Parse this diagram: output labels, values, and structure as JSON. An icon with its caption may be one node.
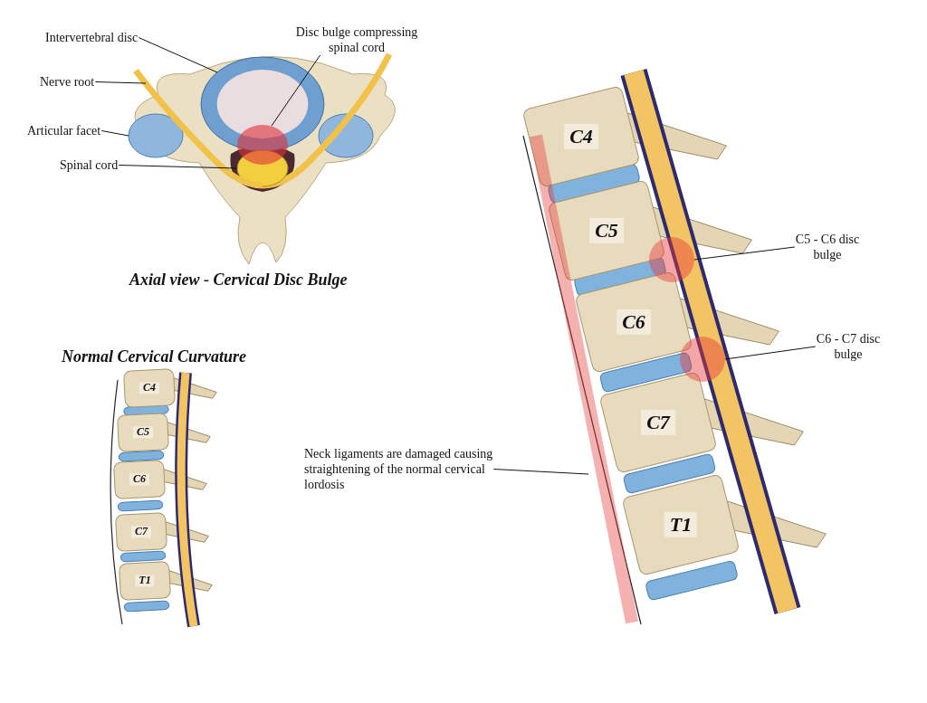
{
  "diagram": {
    "nodes": [
      {
        "text": [
          "Intervertebral disc"
        ]
      },
      {
        "text": [
          "Disc bulge compressing spinal cord"
        ]
      },
      {
        "text": [
          "Nerve root"
        ]
      },
      {
        "text": [
          "Articular facet"
        ]
      },
      {
        "text": [
          "Spinal cord"
        ]
      },
      {
        "text": [
          "C5 - C6 disc bulge"
        ]
      },
      {
        "text": [
          "C6 - C7 disc bulge"
        ]
      },
      {
        "text": [
          "Neck ligaments are damaged causing straightening of the normal cervical lordosis"
        ]
      },
      {
        "text": [],
        "shape": "circle"
      },
      {
        "text": [],
        "shape": "circle"
      },
      {
        "text": [],
        "shape": "bar"
      },
      {
        "text": [],
        "shape": "circle"
      },
      {
        "text": [],
        "shape": "circle"
      },
      {
        "text": [],
        "shape": "circle"
      },
      {
        "text": [],
        "shape": "circle"
      },
      {
        "text": [],
        "shape": "bar"
      }
    ],
    "edges": [
      {
        "from": 0,
        "to": 8,
        "arrow": "none"
      },
      {
        "from": 1,
        "to": 9,
        "arrow": "none"
      },
      {
        "from": 2,
        "to": 10,
        "arrow": "none"
      },
      {
        "from": 3,
        "to": 11,
        "arrow": "none"
      },
      {
        "from": 4,
        "to": 12,
        "arrow": "none"
      },
      {
        "from": 5,
        "to": 13,
        "arrow": "none"
      },
      {
        "from": 6,
        "to": 14,
        "arrow": "none"
      },
      {
        "from": 7,
        "to": 15,
        "arrow": "none"
      }
    ],
    "labels": [
      "Axial view - Cervical Disc Bulge",
      "Normal Cervical Curvature",
      "C4",
      "C5",
      "C6",
      "C7",
      "T1",
      "C4",
      "C5",
      "C6",
      "C7",
      "T1"
    ]
  }
}
